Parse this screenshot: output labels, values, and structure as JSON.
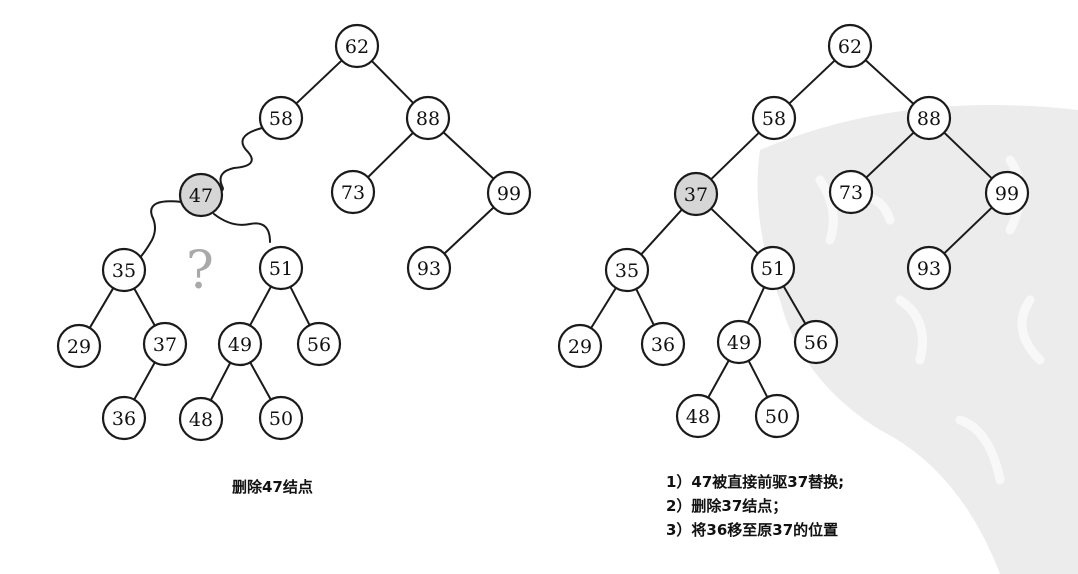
{
  "left_tree": {
    "caption": "删除47结点",
    "question_mark": "?",
    "nodes": [
      {
        "id": "62",
        "label": "62"
      },
      {
        "id": "58",
        "label": "58"
      },
      {
        "id": "88",
        "label": "88"
      },
      {
        "id": "47",
        "label": "47",
        "highlight": true
      },
      {
        "id": "73",
        "label": "73"
      },
      {
        "id": "99",
        "label": "99"
      },
      {
        "id": "35",
        "label": "35"
      },
      {
        "id": "51",
        "label": "51"
      },
      {
        "id": "93",
        "label": "93"
      },
      {
        "id": "29",
        "label": "29"
      },
      {
        "id": "37",
        "label": "37"
      },
      {
        "id": "49",
        "label": "49"
      },
      {
        "id": "56",
        "label": "56"
      },
      {
        "id": "36",
        "label": "36"
      },
      {
        "id": "48",
        "label": "48"
      },
      {
        "id": "50",
        "label": "50"
      }
    ],
    "edges": [
      [
        "62",
        "58"
      ],
      [
        "62",
        "88"
      ],
      [
        "88",
        "73"
      ],
      [
        "88",
        "99"
      ],
      [
        "99",
        "93"
      ],
      [
        "35",
        "29"
      ],
      [
        "35",
        "37"
      ],
      [
        "37",
        "36"
      ],
      [
        "51",
        "49"
      ],
      [
        "51",
        "56"
      ],
      [
        "49",
        "48"
      ],
      [
        "49",
        "50"
      ]
    ]
  },
  "right_tree": {
    "nodes": [
      {
        "id": "62",
        "label": "62"
      },
      {
        "id": "58",
        "label": "58"
      },
      {
        "id": "88",
        "label": "88"
      },
      {
        "id": "37",
        "label": "37",
        "highlight": true
      },
      {
        "id": "73",
        "label": "73"
      },
      {
        "id": "99",
        "label": "99"
      },
      {
        "id": "35",
        "label": "35"
      },
      {
        "id": "51",
        "label": "51"
      },
      {
        "id": "93",
        "label": "93"
      },
      {
        "id": "29",
        "label": "29"
      },
      {
        "id": "36",
        "label": "36"
      },
      {
        "id": "49",
        "label": "49"
      },
      {
        "id": "56",
        "label": "56"
      },
      {
        "id": "48",
        "label": "48"
      },
      {
        "id": "50",
        "label": "50"
      }
    ],
    "edges": [
      [
        "62",
        "58"
      ],
      [
        "62",
        "88"
      ],
      [
        "58",
        "37"
      ],
      [
        "88",
        "73"
      ],
      [
        "88",
        "99"
      ],
      [
        "99",
        "93"
      ],
      [
        "37",
        "35"
      ],
      [
        "37",
        "51"
      ],
      [
        "35",
        "29"
      ],
      [
        "35",
        "36"
      ],
      [
        "51",
        "49"
      ],
      [
        "51",
        "56"
      ],
      [
        "49",
        "48"
      ],
      [
        "49",
        "50"
      ]
    ],
    "steps": [
      "1）47被直接前驱37替换;",
      "2）删除37结点；",
      "3）将36移至原37的位置"
    ]
  },
  "colors": {
    "node_fill": "#ffffff",
    "node_highlight_fill": "#d6d6d6",
    "stroke": "#1a1a1a",
    "question_mark": "#a9a9a9",
    "watermark": "#ebebeb"
  }
}
